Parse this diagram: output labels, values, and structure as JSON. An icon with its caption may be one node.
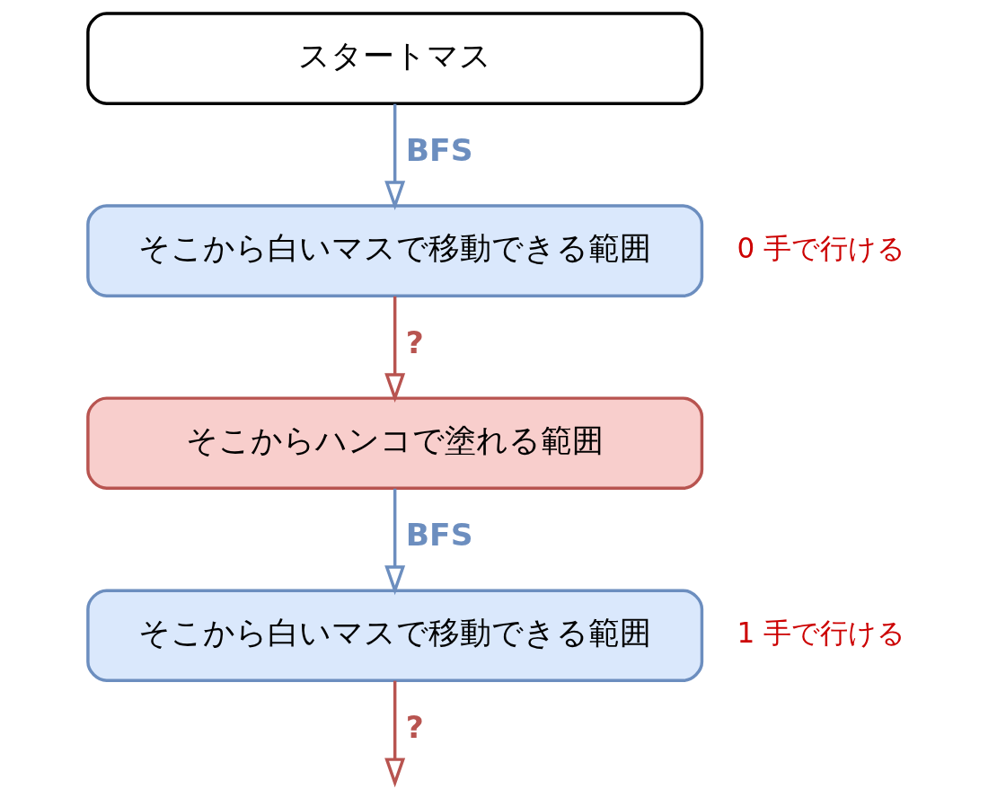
{
  "diagram": {
    "nodes": [
      {
        "text": [
          "スタートマス"
        ]
      },
      {
        "text": [
          "そこから白いマスで移動できる範囲"
        ],
        "beside": [
          "0 手で行ける"
        ]
      },
      {
        "text": [
          "そこからハンコで塗れる範囲"
        ]
      },
      {
        "text": [
          "そこから白いマスで移動できる範囲"
        ],
        "beside": [
          "1 手で行ける"
        ]
      }
    ],
    "edges": [
      {
        "from": 0,
        "to": 1,
        "arrow": "to",
        "label": "BFS",
        "color": "#6c8ebf"
      },
      {
        "from": 1,
        "to": 2,
        "arrow": "to",
        "label": "?",
        "color": "#b85450"
      },
      {
        "from": 2,
        "to": 3,
        "arrow": "to",
        "label": "BFS",
        "color": "#6c8ebf"
      },
      {
        "from": 3,
        "to": null,
        "arrow": "to",
        "label": "?",
        "color": "#b85450"
      }
    ]
  }
}
